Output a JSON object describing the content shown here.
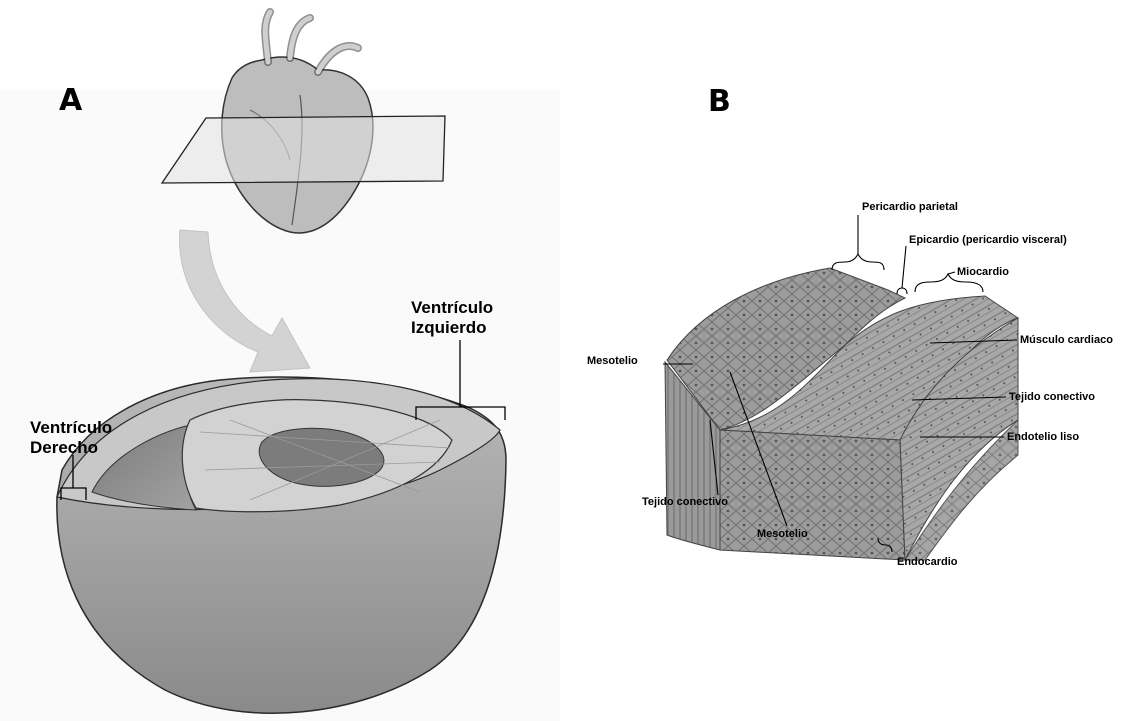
{
  "panels": {
    "a": {
      "letter": "A"
    },
    "b": {
      "letter": "B"
    }
  },
  "panel_a_labels": {
    "left_ventricle_line1": "Ventrículo",
    "left_ventricle_line2": "Izquierdo",
    "right_ventricle_line1": "Ventrículo",
    "right_ventricle_line2": "Derecho"
  },
  "panel_b_labels": {
    "parietal_pericardium": "Pericardio parietal",
    "epicardium": "Epicardio  (pericardio visceral)",
    "myocardium": "Miocardio",
    "cardiac_muscle": "Músculo cardiaco",
    "connective_tissue_right": "Tejido conectivo",
    "smooth_endothelium": "Endotelio liso",
    "mesothelium_left": "Mesotelio",
    "connective_tissue_left": "Tejido conectivo",
    "mesothelium_bottom": "Mesotelio",
    "endocardium": "Endocardio"
  }
}
